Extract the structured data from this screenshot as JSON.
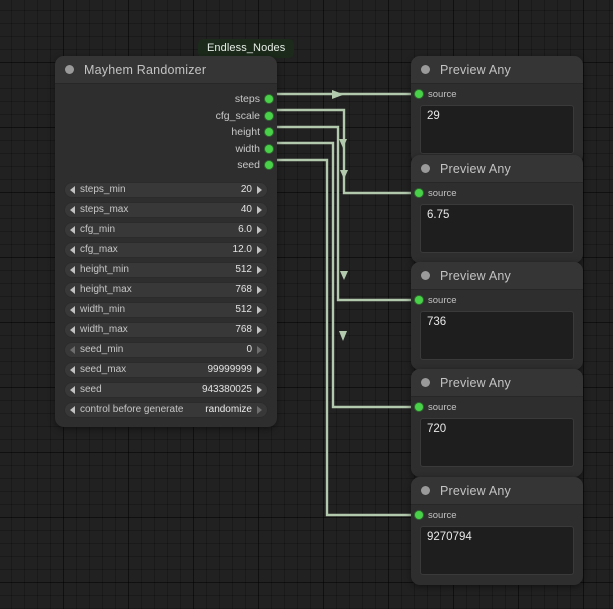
{
  "canvas": {
    "background_color": "#212121",
    "grid_color": "#000000",
    "link_color": "#b3c9ae",
    "port_color": "#4ad14a"
  },
  "group": {
    "label": "Endless_Nodes",
    "badge_color": "#1b2a1b"
  },
  "randomizer_node": {
    "title": "Mayhem Randomizer",
    "outputs": [
      {
        "label": "steps"
      },
      {
        "label": "cfg_scale"
      },
      {
        "label": "height"
      },
      {
        "label": "width"
      },
      {
        "label": "seed"
      }
    ],
    "widgets": [
      {
        "name": "steps_min",
        "value": "20",
        "type": "number"
      },
      {
        "name": "steps_max",
        "value": "40",
        "type": "number"
      },
      {
        "name": "cfg_min",
        "value": "6.0",
        "type": "number"
      },
      {
        "name": "cfg_max",
        "value": "12.0",
        "type": "number"
      },
      {
        "name": "height_min",
        "value": "512",
        "type": "number"
      },
      {
        "name": "height_max",
        "value": "768",
        "type": "number"
      },
      {
        "name": "width_min",
        "value": "512",
        "type": "number"
      },
      {
        "name": "width_max",
        "value": "768",
        "type": "number"
      },
      {
        "name": "seed_min",
        "value": "0",
        "type": "number"
      },
      {
        "name": "seed_max",
        "value": "99999999",
        "type": "number"
      },
      {
        "name": "seed",
        "value": "943380025",
        "type": "number"
      },
      {
        "name": "control before generate",
        "value": "randomize",
        "type": "combo"
      }
    ]
  },
  "preview_nodes": [
    {
      "title": "Preview Any",
      "input_label": "source",
      "value": "29"
    },
    {
      "title": "Preview Any",
      "input_label": "source",
      "value": "6.75"
    },
    {
      "title": "Preview Any",
      "input_label": "source",
      "value": "736"
    },
    {
      "title": "Preview Any",
      "input_label": "source",
      "value": "720"
    },
    {
      "title": "Preview Any",
      "input_label": "source",
      "value": "9270794"
    }
  ]
}
